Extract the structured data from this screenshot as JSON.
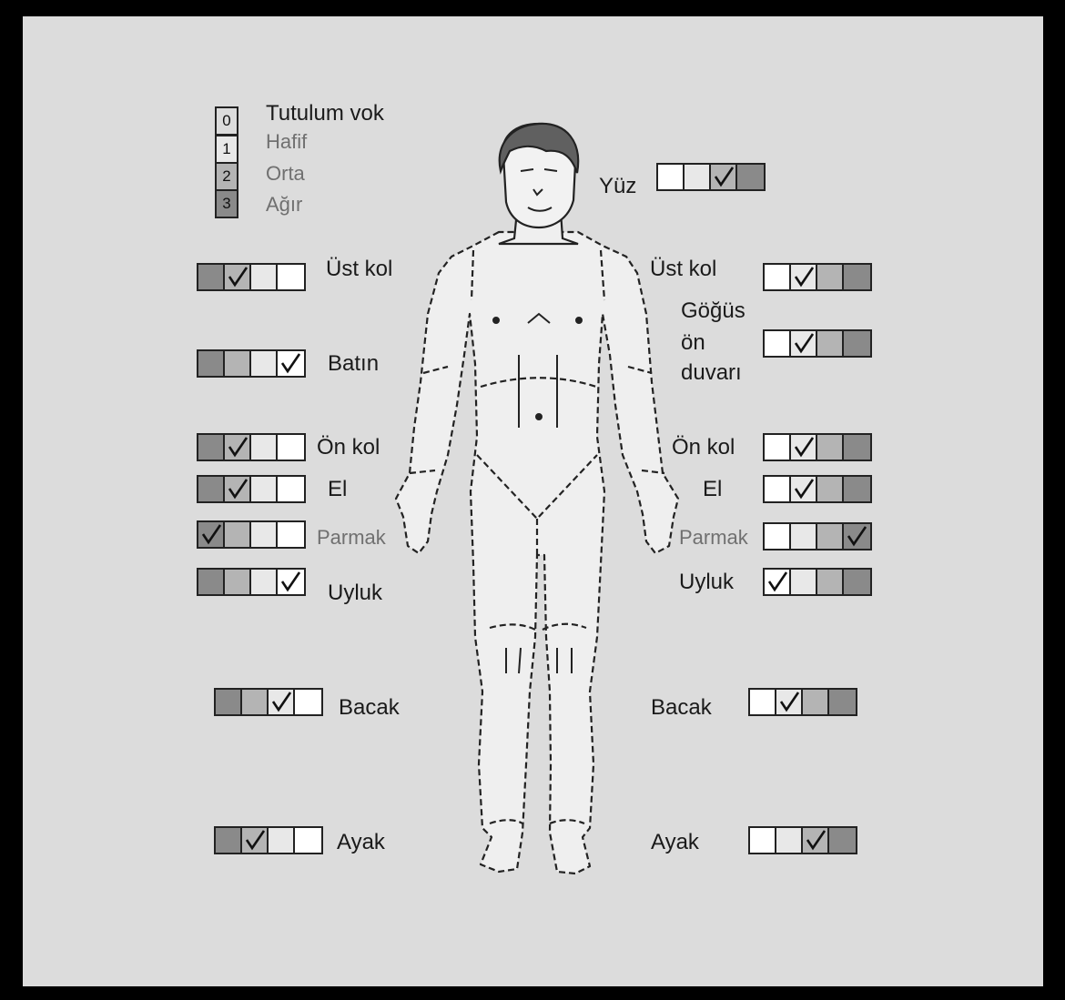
{
  "legend": {
    "items": [
      {
        "num": "0",
        "label": "Tutulum vok",
        "color": "#ffffff"
      },
      {
        "num": "1",
        "label": "Hafif",
        "color": "#e8e8e8"
      },
      {
        "num": "2",
        "label": "Orta",
        "color": "#b4b4b4"
      },
      {
        "num": "3",
        "label": "Ağır",
        "color": "#8a8a8a"
      }
    ]
  },
  "left": {
    "ust_kol": {
      "label": "Üst kol",
      "score": 2,
      "order": "desc"
    },
    "batin": {
      "label": "Batın",
      "score": 0,
      "order": "desc"
    },
    "on_kol": {
      "label": "Ön kol",
      "score": 2,
      "order": "desc"
    },
    "el": {
      "label": "El",
      "score": 2,
      "order": "desc"
    },
    "parmak": {
      "label": "Parmak",
      "score": 3,
      "order": "desc"
    },
    "uyluk": {
      "label": "Uyluk",
      "score": 0,
      "order": "desc"
    },
    "bacak": {
      "label": "Bacak",
      "score": 1,
      "order": "desc"
    },
    "ayak": {
      "label": "Ayak",
      "score": 2,
      "order": "desc"
    }
  },
  "right": {
    "yuz": {
      "label": "Yüz",
      "score": 2,
      "order": "asc"
    },
    "ust_kol": {
      "label": "Üst kol",
      "score": 1,
      "order": "asc"
    },
    "gogus": {
      "label_1": "Göğüs",
      "label_2": "ön",
      "label_3": "duvarı",
      "score": 1,
      "order": "asc"
    },
    "on_kol": {
      "label": "Ön kol",
      "score": 1,
      "order": "asc"
    },
    "el": {
      "label": "El",
      "score": 1,
      "order": "asc"
    },
    "parmak": {
      "label": "Parmak",
      "score": 3,
      "order": "asc"
    },
    "uyluk": {
      "label": "Uyluk",
      "score": 0,
      "order": "asc"
    },
    "bacak": {
      "label": "Bacak",
      "score": 1,
      "order": "asc"
    },
    "ayak": {
      "label": "Ayak",
      "score": 2,
      "order": "asc"
    }
  },
  "colors": {
    "frame": "#000000",
    "panel": "#dcdcdc",
    "skin": "#efefef",
    "hair": "#606060"
  }
}
